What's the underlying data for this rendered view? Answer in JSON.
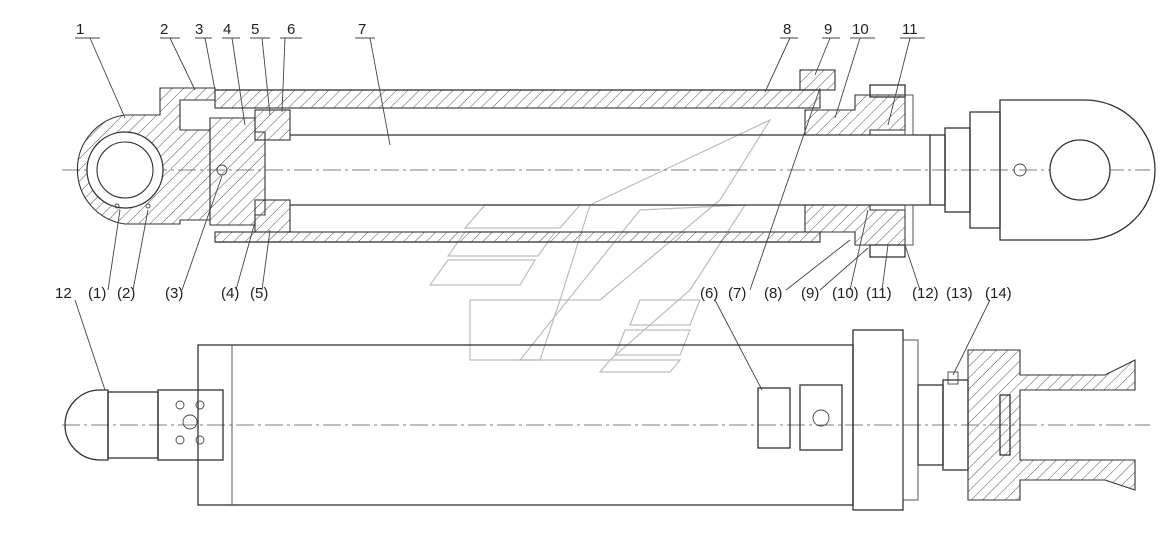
{
  "top_view_labels": [
    "1",
    "2",
    "3",
    "4",
    "5",
    "6",
    "7",
    "8",
    "9",
    "10",
    "11"
  ],
  "top_view_paren_labels": [
    "(1)",
    "(2)",
    "(3)",
    "(4)",
    "(5)",
    "(6)",
    "(7)",
    "(8)",
    "(9)",
    "(10)",
    "(11)",
    "(12)",
    "(13)",
    "(14)"
  ],
  "bottom_view_labels": [
    "12"
  ]
}
